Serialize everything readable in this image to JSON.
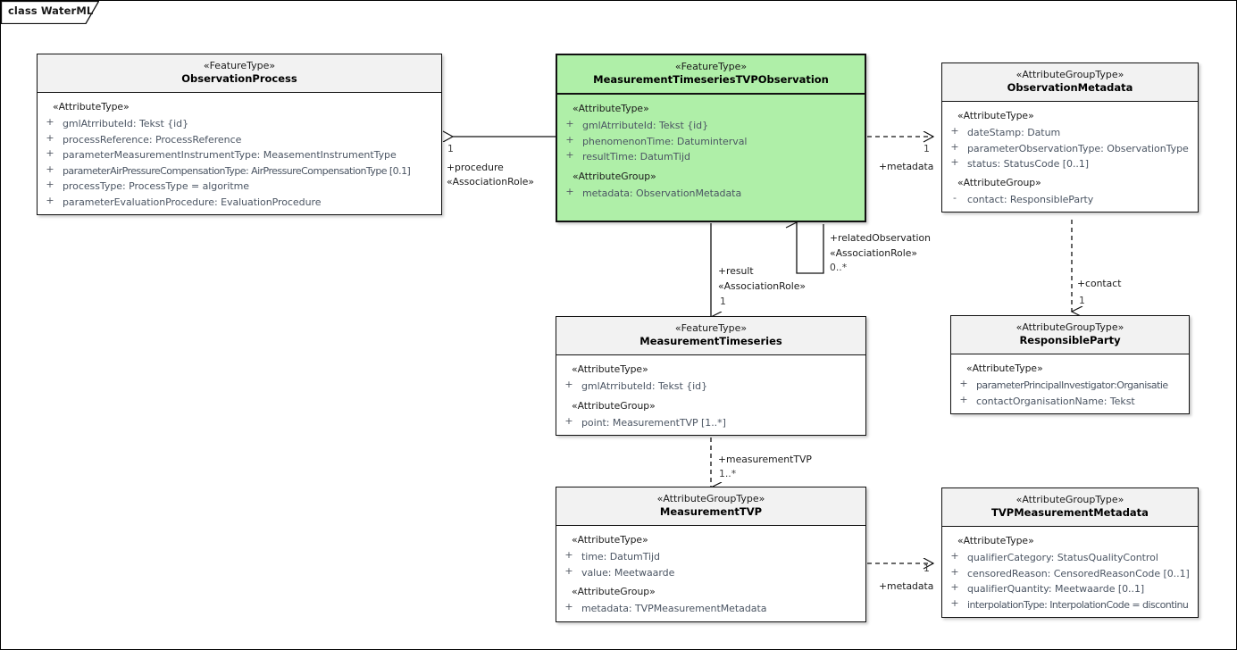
{
  "diagram": {
    "frame_label": "class WaterML",
    "accent_green": "#AFEFA8",
    "header_gray": "#f2f2f2",
    "attr_color": "#4b5563"
  },
  "classes": {
    "observation_process": {
      "stereotype": "«FeatureType»",
      "name": "ObservationProcess",
      "sections": [
        {
          "group": "«AttributeType»",
          "attributes": [
            {
              "vis": "+",
              "text": "gmlAtrributeId: Tekst {id}"
            },
            {
              "vis": "+",
              "text": "processReference: ProcessReference"
            },
            {
              "vis": "+",
              "text": "parameterMeasurementInstrumentType: MeasementInstrumentType"
            },
            {
              "vis": "+",
              "text": "parameterAirPressureCompensationType: AirPressureCompensationType [0.1]"
            },
            {
              "vis": "+",
              "text": "processType: ProcessType = algoritme"
            },
            {
              "vis": "+",
              "text": "parameterEvaluationProcedure: EvaluationProcedure"
            }
          ]
        }
      ]
    },
    "mts_tvp_observation": {
      "stereotype": "«FeatureType»",
      "name": "MeasurementTimeseriesTVPObservation",
      "sections": [
        {
          "group": "«AttributeType»",
          "attributes": [
            {
              "vis": "+",
              "text": "gmlAtrributeId: Tekst {id}"
            },
            {
              "vis": "+",
              "text": "phenomenonTime: Datuminterval"
            },
            {
              "vis": "+",
              "text": "resultTime: DatumTijd"
            }
          ]
        },
        {
          "group": "«AttributeGroup»",
          "attributes": [
            {
              "vis": "+",
              "text": "metadata: ObservationMetadata"
            }
          ]
        }
      ]
    },
    "observation_metadata": {
      "stereotype": "«AttributeGroupType»",
      "name": "ObservationMetadata",
      "sections": [
        {
          "group": "«AttributeType»",
          "attributes": [
            {
              "vis": "+",
              "text": "dateStamp: Datum"
            },
            {
              "vis": "+",
              "text": "parameterObservationType: ObservationType"
            },
            {
              "vis": "+",
              "text": "status: StatusCode [0..1]"
            }
          ]
        },
        {
          "group": "«AttributeGroup»",
          "attributes": [
            {
              "vis": "-",
              "text": "contact: ResponsibleParty"
            }
          ]
        }
      ]
    },
    "measurement_timeseries": {
      "stereotype": "«FeatureType»",
      "name": "MeasurementTimeseries",
      "sections": [
        {
          "group": "«AttributeType»",
          "attributes": [
            {
              "vis": "+",
              "text": "gmlAtrributeId: Tekst {id}"
            }
          ]
        },
        {
          "group": "«AttributeGroup»",
          "attributes": [
            {
              "vis": "+",
              "text": "point: MeasurementTVP [1..*]"
            }
          ]
        }
      ]
    },
    "responsible_party": {
      "stereotype": "«AttributeGroupType»",
      "name": "ResponsibleParty",
      "sections": [
        {
          "group": "«AttributeType»",
          "attributes": [
            {
              "vis": "+",
              "text": "parameterPrincipalInvestigator:Organisatie"
            },
            {
              "vis": "+",
              "text": "contactOrganisationName: Tekst"
            }
          ]
        }
      ]
    },
    "measurement_tvp": {
      "stereotype": "«AttributeGroupType»",
      "name": "MeasurementTVP",
      "sections": [
        {
          "group": "«AttributeType»",
          "attributes": [
            {
              "vis": "+",
              "text": "time: DatumTijd"
            },
            {
              "vis": "+",
              "text": "value: Meetwaarde"
            }
          ]
        },
        {
          "group": "«AttributeGroup»",
          "attributes": [
            {
              "vis": "+",
              "text": "metadata: TVPMeasurementMetadata"
            }
          ]
        }
      ]
    },
    "tvp_measurement_metadata": {
      "stereotype": "«AttributeGroupType»",
      "name": "TVPMeasurementMetadata",
      "sections": [
        {
          "group": "«AttributeType»",
          "attributes": [
            {
              "vis": "+",
              "text": "qualifierCategory: StatusQualityControl"
            },
            {
              "vis": "+",
              "text": "censoredReason: CensoredReasonCode [0..1]"
            },
            {
              "vis": "+",
              "text": "qualifierQuantity: Meetwaarde [0..1]"
            },
            {
              "vis": "+",
              "text": "interpolationType: InterpolationCode = discontinu"
            }
          ]
        }
      ]
    }
  },
  "connectors": {
    "procedure": {
      "multiplicity": "1",
      "role": "+procedure",
      "stereotype": "«AssociationRole»"
    },
    "metadata_observation": {
      "multiplicity": "1",
      "role": "+metadata"
    },
    "related_observation": {
      "role": "+relatedObservation",
      "stereotype": "«AssociationRole»",
      "multiplicity": "0..*"
    },
    "result": {
      "role": "+result",
      "stereotype": "«AssociationRole»",
      "multiplicity": "1"
    },
    "contact": {
      "role": "+contact",
      "multiplicity": "1"
    },
    "measurement_tvp": {
      "role": "+measurementTVP",
      "multiplicity": "1..*"
    },
    "metadata_tvp": {
      "multiplicity": "1",
      "role": "+metadata"
    }
  }
}
